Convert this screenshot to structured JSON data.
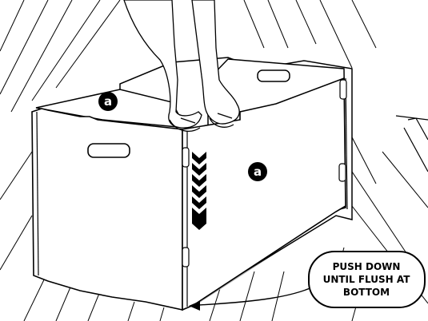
{
  "labels": {
    "part_top": "a",
    "part_side": "a"
  },
  "callout": {
    "lines": [
      "PUSH DOWN",
      "UNTIL FLUSH AT",
      "BOTTOM"
    ]
  },
  "colors": {
    "ink": "#000000",
    "paper": "#ffffff",
    "shadow": "#b3b3b3"
  }
}
